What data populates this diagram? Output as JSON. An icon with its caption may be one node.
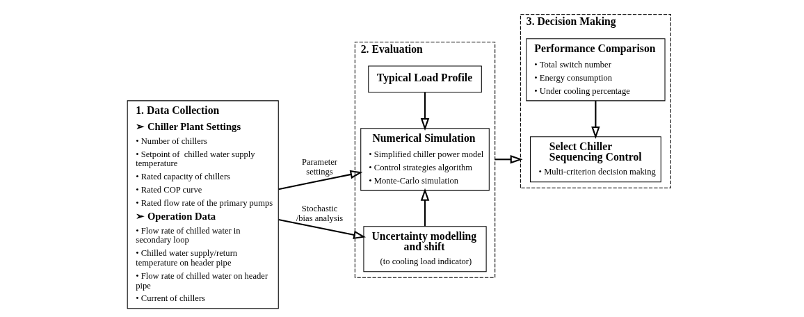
{
  "diagram": {
    "nodes": [
      {
        "text": [
          "1. Data Collection",
          "➢ Chiller Plant Settings",
          "• Number of chillers",
          "• Setpoint of  chilled water supply temperature",
          "• Rated capacity of chillers",
          "• Rated COP curve",
          "• Rated flow rate of the primary pumps",
          "➢ Operation Data",
          "• Flow rate of chilled water in secondary loop",
          "• Chilled water supply/return temperature on header pipe",
          "• Flow rate of chilled water on header pipe",
          "• Current of chillers"
        ]
      },
      {
        "text": [
          "2. Evaluation"
        ]
      },
      {
        "text": [
          "Typical Load Profile"
        ],
        "in": 1
      },
      {
        "text": [
          "Numerical Simulation",
          "• Simplified chiller power model",
          "• Control strategies algorithm",
          "• Monte-Carlo simulation"
        ],
        "in": 1
      },
      {
        "text": [
          "Uncertainty modelling and shift",
          "(to cooling load indicator)"
        ],
        "in": 1
      },
      {
        "text": [
          "3. Decision Making"
        ]
      },
      {
        "text": [
          "Performance Comparison",
          "• Total switch number",
          "• Energy consumption",
          "• Under cooling percentage"
        ],
        "in": 5
      },
      {
        "text": [
          "Select Chiller Sequencing Control",
          "• Multi-criterion decision making"
        ],
        "in": 5
      }
    ],
    "edges": [
      {
        "from": 0,
        "to": 3,
        "arrow": "to",
        "label": "Parameter settings"
      },
      {
        "from": 0,
        "to": 4,
        "arrow": "to",
        "label": "Stochastic /bias analysis"
      },
      {
        "from": 2,
        "to": 3,
        "arrow": "to"
      },
      {
        "from": 4,
        "to": 3,
        "arrow": "to"
      },
      {
        "from": 1,
        "to": 5,
        "arrow": "to"
      },
      {
        "from": 6,
        "to": 7,
        "arrow": "to"
      }
    ]
  }
}
